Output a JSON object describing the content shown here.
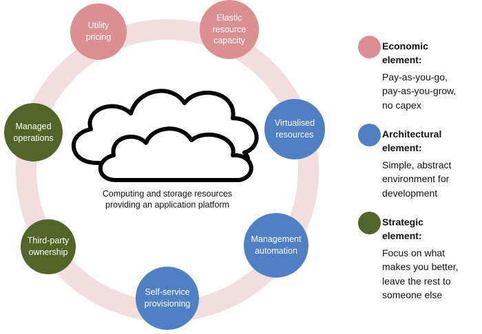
{
  "colors": {
    "ring": "#f2dede",
    "economic": "#dc8f91",
    "architectural": "#4e80c3",
    "strategic": "#526428",
    "cloud_stroke": "#000000",
    "cloud_fill": "#ffffff"
  },
  "nodes": {
    "utility_pricing": "Utility\npricing",
    "elastic_capacity": "Elastic\nresource\ncapacity",
    "virtualised_resources": "Virtualised\nresources",
    "management_automation": "Management\nautomation",
    "self_service": "Self-service\nprovisioning",
    "third_party": "Third-party\nownership",
    "managed_operations": "Managed\noperations"
  },
  "cloud": {
    "icon": "cloud-icon",
    "caption": "Computing and storage resources\nproviding an application platform"
  },
  "legend": {
    "economic": {
      "title": "Economic\nelement:",
      "description": "Pay-as-you-go,\npay-as-you-grow,\nno capex"
    },
    "architectural": {
      "title": "Architectural\nelement:",
      "description": "Simple, abstract\nenvironment for\ndevelopment"
    },
    "strategic": {
      "title": "Strategic\nelement:",
      "description": "Focus on what\nmakes you better,\nleave the rest to\nsomeone else"
    }
  }
}
